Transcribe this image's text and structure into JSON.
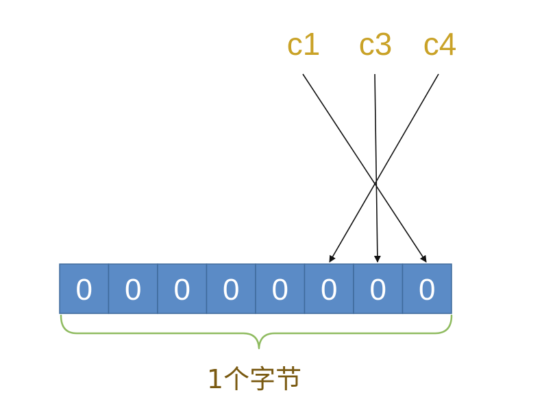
{
  "variables": [
    "c1",
    "c3",
    "c4"
  ],
  "bits": [
    "0",
    "0",
    "0",
    "0",
    "0",
    "0",
    "0",
    "0"
  ],
  "caption": "1个字节",
  "mapping": [
    {
      "variable": "c1",
      "bit_index": 7
    },
    {
      "variable": "c3",
      "bit_index": 6
    },
    {
      "variable": "c4",
      "bit_index": 5
    }
  ],
  "colors": {
    "cell_fill": "#5b8bc6",
    "cell_stroke": "#3e6a9b",
    "label_text": "#c9a227",
    "caption_text": "#7a5a12",
    "brace": "#8fbb60",
    "arrow": "#111111"
  }
}
